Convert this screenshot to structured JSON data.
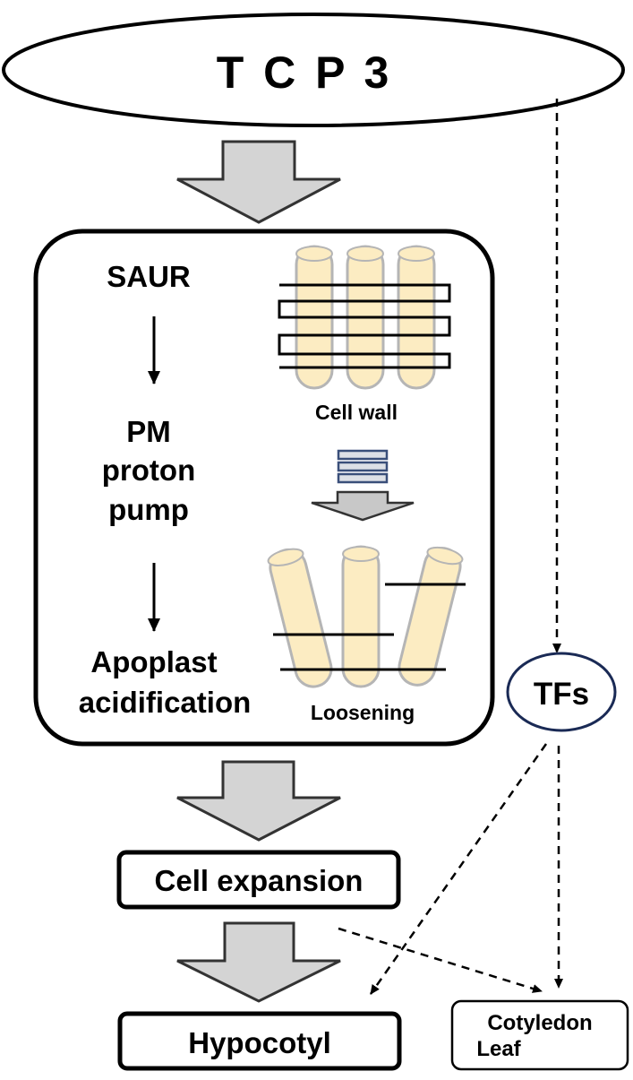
{
  "title": "T C P 3",
  "module": {
    "pathway": [
      "SAUR",
      "PM",
      "proton",
      "pump",
      "Apoplast",
      "acidification"
    ],
    "cell_wall_label": "Cell wall",
    "loosening_label": "Loosening"
  },
  "tfs_label": "TFs",
  "cell_expansion_label": "Cell expansion",
  "hypocotyl_label": "Hypocotyl",
  "cotyledon_lines": [
    "Cotyledon",
    "Leaf"
  ],
  "colors": {
    "fibril_fill": "#fcecc2",
    "fibril_stroke": "#b5b5b5",
    "block_arrow_fill": "#d4d4d4",
    "stack_blue": "#3a4f7a"
  }
}
